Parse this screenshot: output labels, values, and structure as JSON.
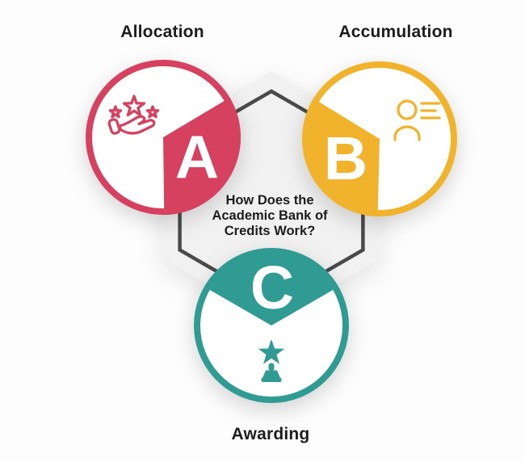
{
  "background_color": "#FDFDFD",
  "center": {
    "title_lines": [
      "How Does the",
      "Academic Bank of",
      "Credits Work?"
    ],
    "text_color": "#1D1D1D",
    "hexagon_fill": "#F1F1F1",
    "hexagon_outline": "#4A4A4A"
  },
  "letter_color": "#FFFFFF",
  "sections": [
    {
      "letter": "A",
      "label": "Allocation",
      "color": "#D6415F",
      "icon": "hand-with-stars-icon"
    },
    {
      "letter": "B",
      "label": "Accumulation",
      "color": "#F2B32C",
      "icon": "person-profile-list-icon"
    },
    {
      "letter": "C",
      "label": "Awarding",
      "color": "#2F9B92",
      "icon": "star-trophy-icon"
    }
  ]
}
